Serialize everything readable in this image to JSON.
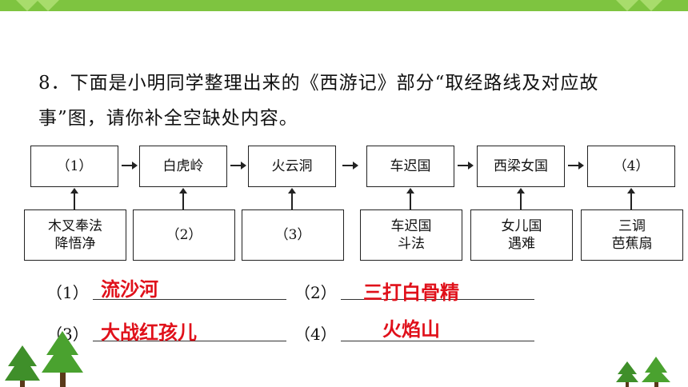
{
  "question": {
    "text": "8．下面是小明同学整理出来的《西游记》部分“取经路线及对应故事”图，请你补全空缺处内容。"
  },
  "route": [
    {
      "top": "（1）",
      "bottom": "木叉奉法\n降悟净"
    },
    {
      "top": "白虎岭",
      "bottom": "（2）"
    },
    {
      "top": "火云洞",
      "bottom": "（3）"
    },
    {
      "top": "车迟国",
      "bottom": "车迟国\n斗法"
    },
    {
      "top": "西梁女国",
      "bottom": "女儿国\n遇难"
    },
    {
      "top": "（4）",
      "bottom": "三调\n芭蕉扇"
    }
  ],
  "answers": [
    {
      "label": "（1）",
      "value": "流沙河"
    },
    {
      "label": "（2）",
      "value": "三打白骨精"
    },
    {
      "label": "（3）",
      "value": "大战红孩儿"
    },
    {
      "label": "（4）",
      "value": "火焰山"
    }
  ],
  "colors": {
    "accent_green": "#7ec440",
    "answer_red": "#e0101a"
  }
}
